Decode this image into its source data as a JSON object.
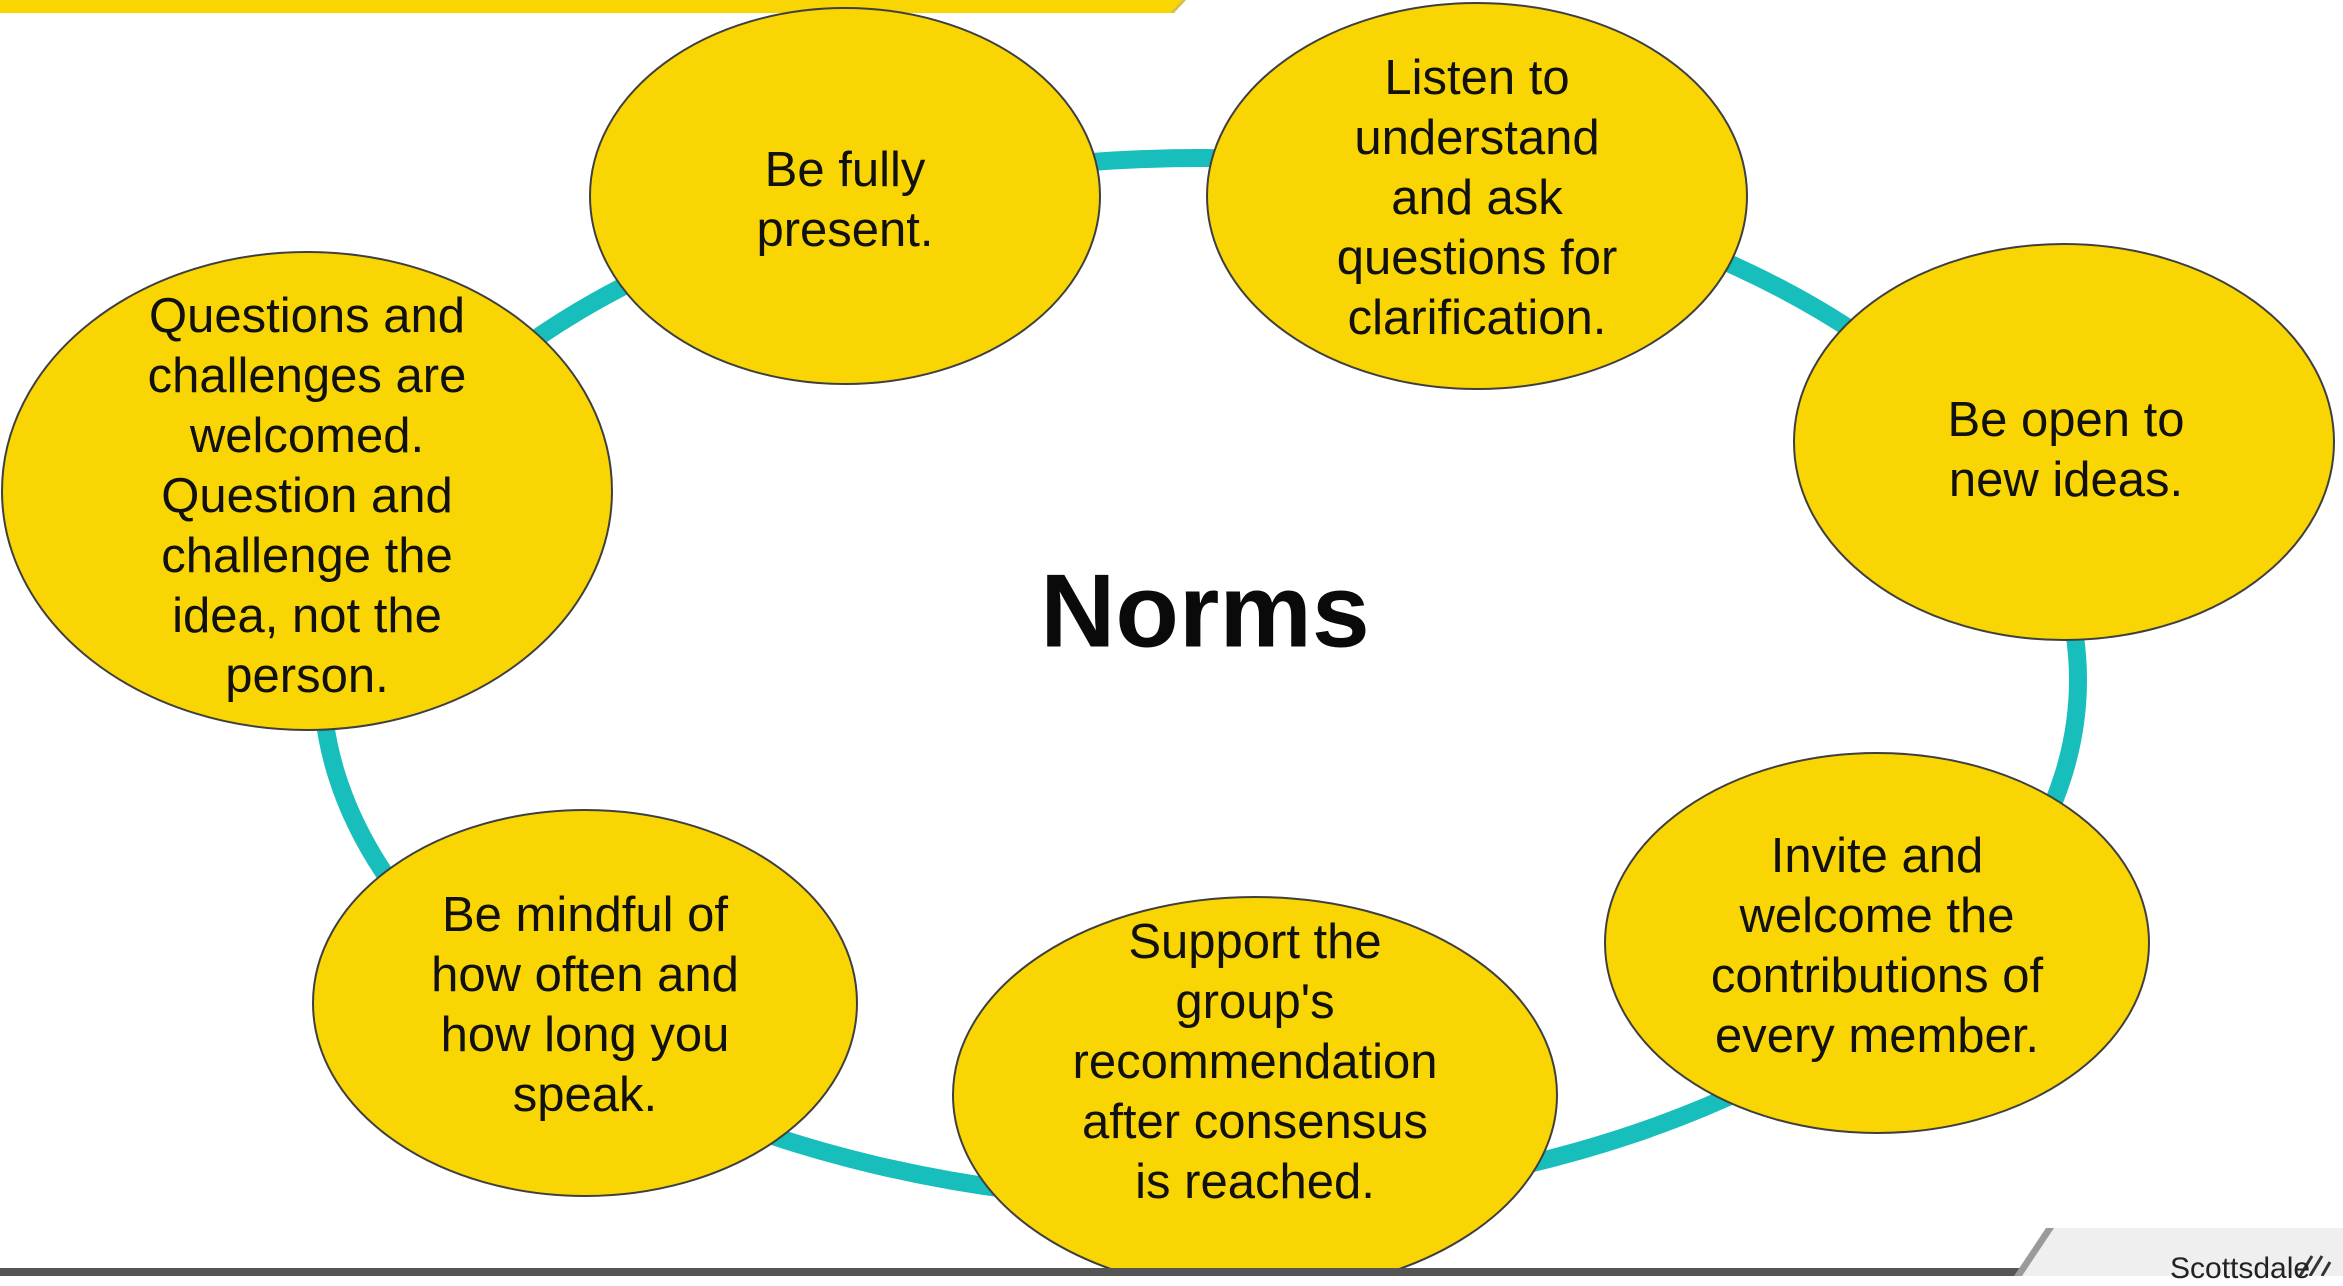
{
  "title": "Norms",
  "colors": {
    "bubble_fill": "#F9D504",
    "bubble_stroke": "#3F3F3F",
    "ring": "#17BEBB",
    "top_bar": "#F9D504",
    "bottom_bar": "#555555",
    "text": "#111111"
  },
  "norms": [
    {
      "id": "be-fully-present",
      "text": "Be fully\npresent."
    },
    {
      "id": "listen-to-understand",
      "text": "Listen to\nunderstand\nand ask\nquestions for\nclarification."
    },
    {
      "id": "be-open",
      "text": "Be open to\nnew ideas."
    },
    {
      "id": "invite-and-welcome",
      "text": "Invite and\nwelcome the\ncontributions of\nevery member."
    },
    {
      "id": "support-recommendation",
      "text": "Support the\ngroup's\nrecommendation\nafter consensus\nis reached."
    },
    {
      "id": "be-mindful",
      "text": "Be mindful of\nhow often and\nhow long you\nspeak."
    },
    {
      "id": "questions-welcomed",
      "text": "Questions and\nchallenges are\nwelcomed.\nQuestion and\nchallenge the\nidea, not the\nperson."
    }
  ],
  "logo": {
    "text": "Scottsdale"
  }
}
